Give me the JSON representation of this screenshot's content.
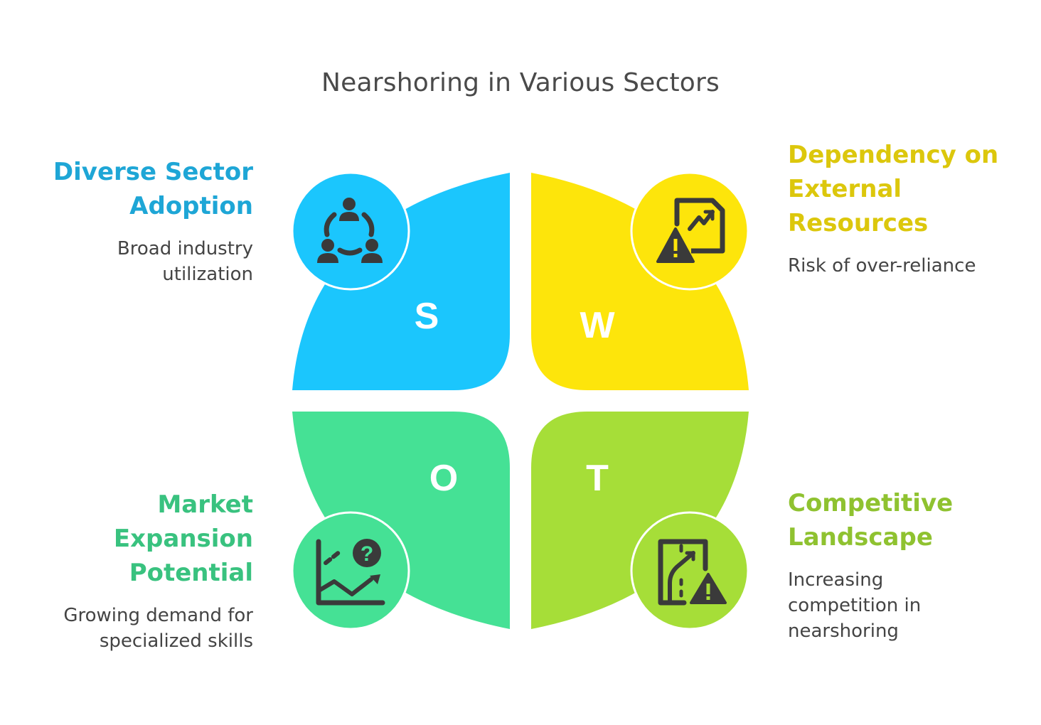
{
  "title": "Nearshoring in Various Sectors",
  "colors": {
    "strength": "#1bc6fd",
    "weakness": "#fde50b",
    "opportunity": "#45e195",
    "threat": "#a6de38",
    "strength_text": "#1ea6d6",
    "weakness_text": "#dcc70c",
    "opportunity_text": "#39c27f",
    "threat_text": "#8fc230",
    "icon": "#3a3a3a"
  },
  "quadrants": {
    "strength": {
      "letter": "S",
      "heading_lines": [
        "Diverse Sector",
        "Adoption"
      ],
      "desc_lines": [
        "Broad industry",
        "utilization"
      ],
      "icon": "team-circle-icon"
    },
    "weakness": {
      "letter": "W",
      "heading_lines": [
        "Dependency on",
        "External",
        "Resources"
      ],
      "desc_lines": [
        "Risk of over-reliance"
      ],
      "icon": "document-chart-warning-icon"
    },
    "opportunity": {
      "letter": "O",
      "heading_lines": [
        "Market",
        "Expansion",
        "Potential"
      ],
      "desc_lines": [
        "Growing demand for",
        "specialized skills"
      ],
      "icon": "growth-chart-question-icon"
    },
    "threat": {
      "letter": "T",
      "heading_lines": [
        "Competitive",
        "Landscape"
      ],
      "desc_lines": [
        "Increasing",
        "competition in",
        "nearshoring"
      ],
      "icon": "road-warning-icon"
    }
  }
}
